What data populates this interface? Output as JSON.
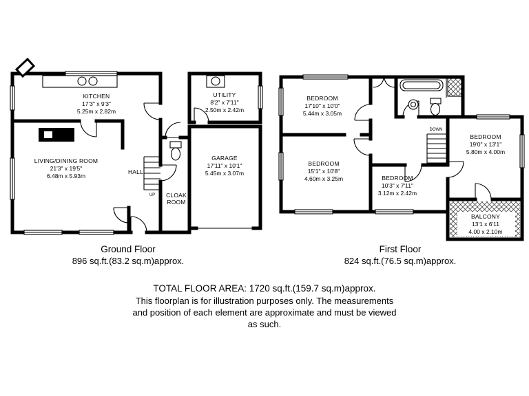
{
  "ground_floor": {
    "caption_title": "Ground Floor",
    "caption_area": "896 sq.ft.(83.2 sq.m)approx.",
    "rooms": {
      "kitchen": {
        "name": "KITCHEN",
        "dims_ft": "17'3\" x 9'3\"",
        "dims_m": "5.25m x 2.82m"
      },
      "utility": {
        "name": "UTILITY",
        "dims_ft": "8'2\" x 7'11\"",
        "dims_m": "2.50m x 2.42m"
      },
      "living_dining": {
        "name": "LIVING/DINING ROOM",
        "dims_ft": "21'3\" x 19'5\"",
        "dims_m": "6.48m x 5.93m"
      },
      "hall": {
        "name": "HALL"
      },
      "garage": {
        "name": "GARAGE",
        "dims_ft": "17'11\" x 10'1\"",
        "dims_m": "5.45m x 3.07m"
      },
      "cloak_room": {
        "name_line1": "CLOAK",
        "name_line2": "ROOM"
      },
      "stairs": {
        "label": "UP"
      }
    }
  },
  "first_floor": {
    "caption_title": "First Floor",
    "caption_area": "824 sq.ft.(76.5 sq.m)approx.",
    "rooms": {
      "bedroom_1": {
        "name": "BEDROOM",
        "dims_ft": "17'10\" x 10'0\"",
        "dims_m": "5.44m x 3.05m"
      },
      "bedroom_2": {
        "name": "BEDROOM",
        "dims_ft": "15'1\" x 10'8\"",
        "dims_m": "4.60m x 3.25m"
      },
      "bedroom_3": {
        "name": "BEDROOM",
        "dims_ft": "10'3\" x 7'11\"",
        "dims_m": "3.12m x 2.42m"
      },
      "bedroom_4": {
        "name": "BEDROOM",
        "dims_ft": "19'0\" x 13'1\"",
        "dims_m": "5.80m x 4.00m"
      },
      "balcony": {
        "name": "BALCONY",
        "dims_ft": "13'1 x 6'11",
        "dims_m": "4.00 x 2.10m"
      },
      "stairs": {
        "label": "DOWN"
      }
    }
  },
  "footer": {
    "total_area": "TOTAL FLOOR AREA: 1720 sq.ft.(159.7 sq.m)approx.",
    "disclaimer_line1": "This floorplan is for illustration purposes only. The measurements",
    "disclaimer_line2": "and position of each element are approximate and must be viewed",
    "disclaimer_line3": "as such."
  },
  "colors": {
    "wall": "#000000",
    "background": "#ffffff"
  }
}
